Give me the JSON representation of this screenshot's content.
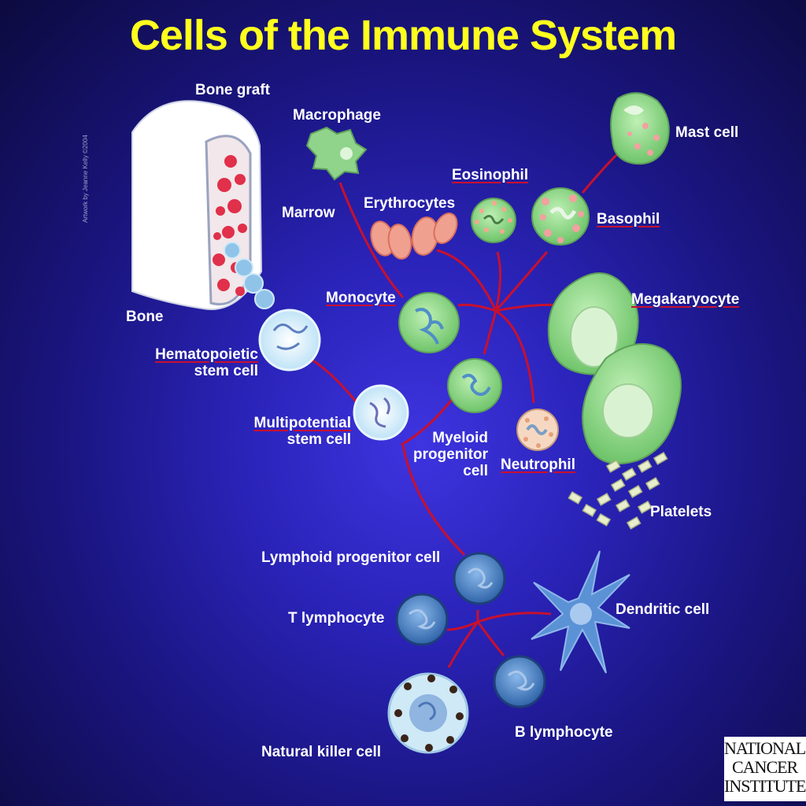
{
  "title": "Cells of the Immune System",
  "labels": {
    "bone_graft": "Bone graft",
    "marrow": "Marrow",
    "bone": "Bone",
    "macrophage": "Macrophage",
    "erythrocytes": "Erythrocytes",
    "eosinophil": "Eosinophil",
    "mast_cell": "Mast cell",
    "basophil": "Basophil",
    "monocyte": "Monocyte",
    "megakaryocyte": "Megakaryocyte",
    "hematopoietic_stem_cell_1": "Hematopoietic",
    "hematopoietic_stem_cell_2": "stem cell",
    "multipotential_stem_cell_1": "Multipotential",
    "multipotential_stem_cell_2": "stem cell",
    "myeloid_progenitor_cell_1": "Myeloid",
    "myeloid_progenitor_cell_2": "progenitor",
    "myeloid_progenitor_cell_3": "cell",
    "neutrophil": "Neutrophil",
    "platelets": "Platelets",
    "lymphoid_progenitor_cell": "Lymphoid progenitor cell",
    "t_lymphocyte": "T lymphocyte",
    "dendritic_cell": "Dendritic cell",
    "natural_killer_cell": "Natural killer cell",
    "b_lymphocyte": "B lymphocyte"
  },
  "logo": {
    "line1": "NATIONAL",
    "line2": "CANCER",
    "line3": "INSTITUTE"
  },
  "credit": "Artwork by Jeanne Kelly ©2004",
  "colors": {
    "title": "#ffff1e",
    "connector": "#c8102e",
    "myeloid_fill": "#a8e3a0",
    "lymphoid_fill": "#4f86c9",
    "stem_fill": "#dceefa",
    "erythrocyte_fill": "#f0a08e",
    "label": "#ffffff"
  }
}
